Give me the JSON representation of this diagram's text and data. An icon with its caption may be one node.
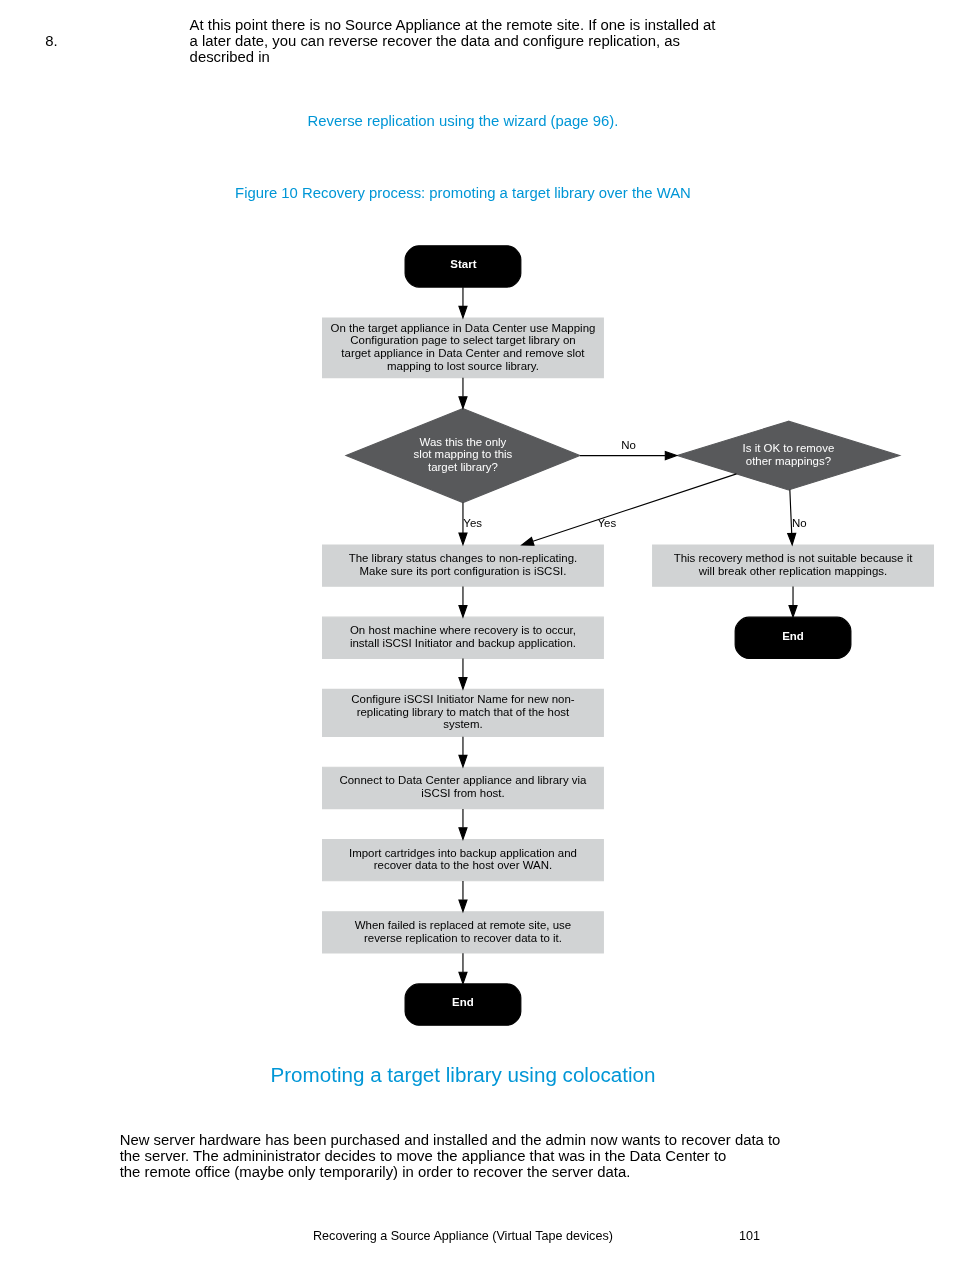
{
  "diagram": {
    "nodes": [
      {
        "text": [
          "Start"
        ]
      },
      {
        "text": [
          "On the target appliance in Data Center use Mapping Configuration page to select target library on target appliance in Data Center and remove slot mapping to lost source library."
        ]
      },
      {
        "text": [
          "Was this the only slot mapping to this target library?"
        ]
      },
      {
        "text": [
          "Is it OK to remove other mappings?"
        ]
      },
      {
        "text": [
          "The library status changes to non-replicating. Make sure its port configuration is iSCSI."
        ]
      },
      {
        "text": [
          "This recovery method is not suitable because it will break other replication mappings."
        ]
      },
      {
        "text": [
          "On host machine where recovery is to occur, install iSCSI Initiator and backup application."
        ]
      },
      {
        "text": [
          "End"
        ]
      },
      {
        "text": [
          "Configure iSCSI Initiator Name for new non-replicating library to match that of the host system."
        ]
      },
      {
        "text": [
          "Connect to Data Center appliance and library via iSCSI from host."
        ]
      },
      {
        "text": [
          "Import cartridges into backup application and recover data to the host over WAN."
        ]
      },
      {
        "text": [
          "When failed is replaced at remote site, use reverse replication to recover data to it."
        ]
      },
      {
        "text": [
          "End"
        ]
      }
    ],
    "edges": [
      {
        "from": 0,
        "to": 1,
        "arrow": "to"
      },
      {
        "from": 1,
        "to": 2,
        "arrow": "to"
      },
      {
        "from": 2,
        "to": 3,
        "arrow": "to",
        "label": "No"
      },
      {
        "from": 2,
        "to": 4,
        "arrow": "to",
        "label": "Yes"
      },
      {
        "from": 3,
        "to": 4,
        "arrow": "to",
        "label": "Yes"
      },
      {
        "from": 3,
        "to": 5,
        "arrow": "to",
        "label": "No"
      },
      {
        "from": 4,
        "to": 6,
        "arrow": "to"
      },
      {
        "from": 5,
        "to": 7,
        "arrow": "to"
      },
      {
        "from": 6,
        "to": 8,
        "arrow": "to"
      },
      {
        "from": 8,
        "to": 9,
        "arrow": "to"
      },
      {
        "from": 9,
        "to": 10,
        "arrow": "to"
      },
      {
        "from": 10,
        "to": 11,
        "arrow": "to"
      },
      {
        "from": 11,
        "to": 12,
        "arrow": "to"
      }
    ],
    "labels": [
      "8.",
      "At this point there is no Source Appliance at the remote site. If one is installed at a later date, you can reverse recover the data and configure replication, as described in",
      "Reverse replication using the wizard (page 96).",
      "Figure 10 Recovery process: promoting a target library over the WAN",
      "Promoting a target library using colocation",
      "New server hardware has been purchased and installed and the admin now wants to recover data to the server. The admininistrator decides to move the appliance that was in the Data Center to the remote office (maybe only temporarily) in order to recover the server data.",
      "Recovering a Source Appliance (Virtual Tape devices)",
      "101"
    ]
  }
}
